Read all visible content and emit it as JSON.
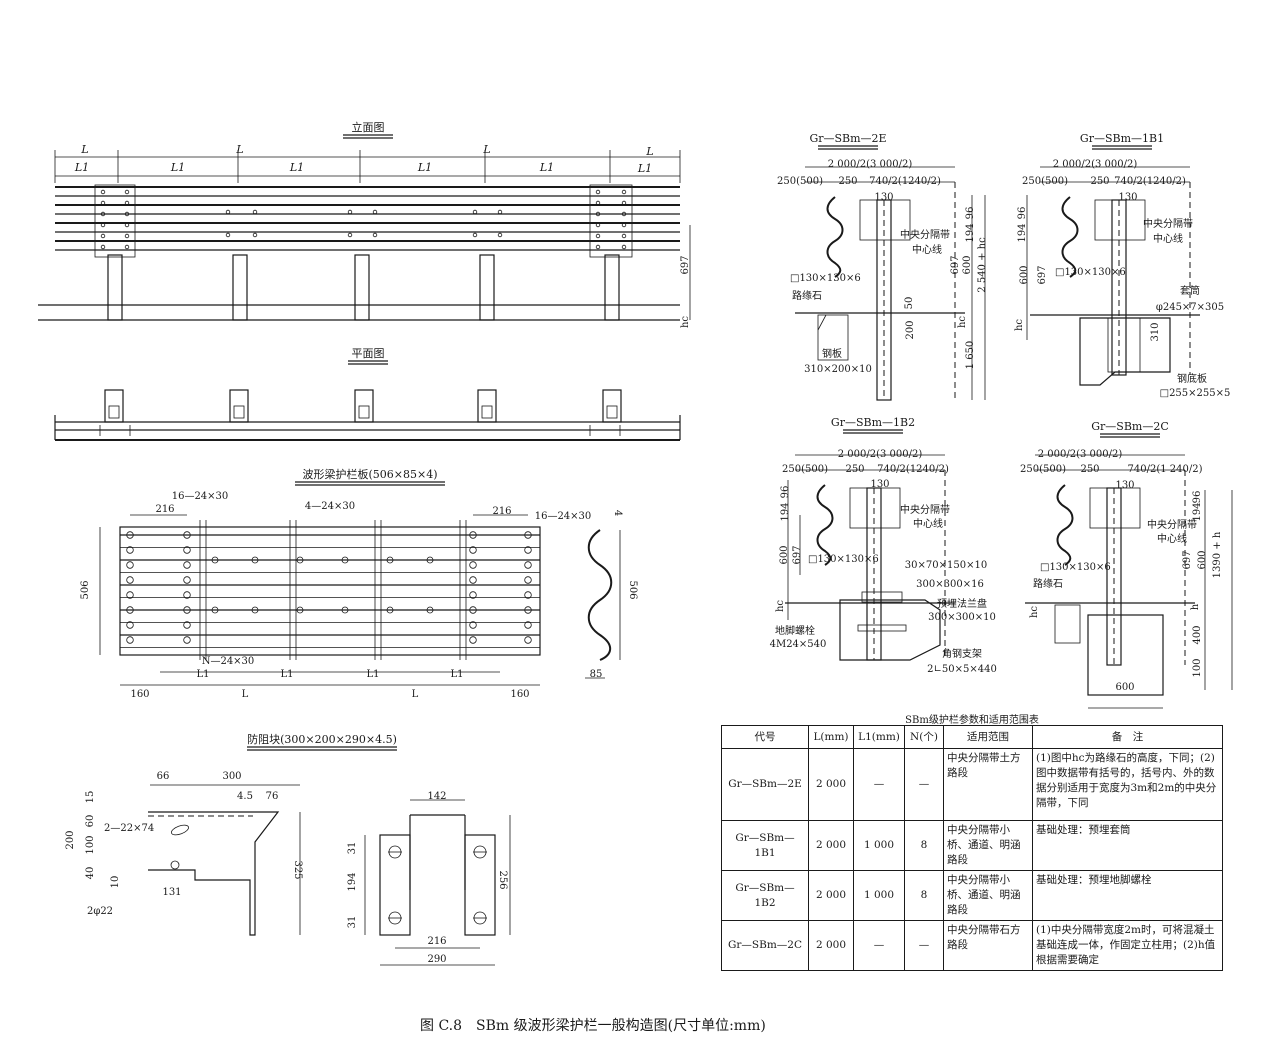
{
  "elevation": {
    "title": "立面图",
    "labels": [
      "L",
      "L1",
      "L",
      "L1",
      "L1",
      "L",
      "L1",
      "L1",
      "L",
      "L1",
      "697",
      "hc"
    ]
  },
  "plan": {
    "title": "平面图"
  },
  "panel": {
    "title": "波形梁护栏板(506×85×4)",
    "labels": [
      "216",
      "16—24×30",
      "4—24×30",
      "216",
      "16—24×30",
      "506",
      "N—24×30",
      "L1",
      "L",
      "L1",
      "L",
      "L1",
      "L1",
      "160",
      "160",
      "4",
      "506",
      "85"
    ]
  },
  "block": {
    "title": "防阻块(300×200×290×4.5)",
    "labels": [
      "66",
      "300",
      "4.5",
      "76",
      "15",
      "60",
      "2—22×74",
      "200",
      "100",
      "40",
      "10",
      "131",
      "2φ22",
      "325",
      "142",
      "31",
      "194",
      "31",
      "256",
      "216",
      "290"
    ]
  },
  "sections": [
    {
      "title": "Gr—SBm—2E",
      "labels": [
        "2 000/2(3 000/2)",
        "250(500)",
        "250",
        "130",
        "740/2(1240/2)",
        "中央分隔带",
        "中心线",
        "□130×130×6",
        "路缘石",
        "钢板",
        "310×200×10",
        "50",
        "200",
        "697",
        "600",
        "2 540 + hc",
        "96",
        "194",
        "hc",
        "1 650"
      ]
    },
    {
      "title": "Gr—SBm—1B1",
      "labels": [
        "2 000/2(3 000/2)",
        "250(500)",
        "250",
        "130",
        "740/2(1240/2)",
        "中央分隔带",
        "中心线",
        "□130×130×6",
        "套筒",
        "φ245×7×305",
        "310",
        "钢底板",
        "□255×255×5",
        "96",
        "194",
        "600",
        "697",
        "hc"
      ]
    },
    {
      "title": "Gr—SBm—1B2",
      "labels": [
        "2 000/2(3 000/2)",
        "250(500)",
        "250",
        "130",
        "740/2(1240/2)",
        "中央分隔带",
        "中心线",
        "□130×130×6",
        "30×70×150×10",
        "300×300×16",
        "预埋法兰盘",
        "300×300×10",
        "地脚螺栓",
        "4M24×540",
        "角钢支架",
        "2∟50×5×440",
        "96",
        "194",
        "600",
        "697",
        "hc"
      ]
    },
    {
      "title": "Gr—SBm—2C",
      "labels": [
        "2 000/2(3 000/2)",
        "250(500)",
        "250",
        "130",
        "740/2(1 240/2)",
        "中央分隔带",
        "中心线",
        "□130×130×6",
        "路缘石",
        "600",
        "96",
        "194",
        "697",
        "600",
        "1390 + h",
        "h",
        "400",
        "100",
        "hc"
      ]
    }
  ],
  "table": {
    "title": "SBm级护栏参数和适用范围表",
    "headers": [
      "代号",
      "L(mm)",
      "L1(mm)",
      "N(个)",
      "适用范围",
      "备　注"
    ],
    "rows": [
      [
        "Gr—SBm—2E",
        "2 000",
        "—",
        "—",
        "中央分隔带土方路段",
        "(1)图中hc为路缘石的高度，下同；(2)图中数据带有括号的，括号内、外的数据分别适用于宽度为3m和2m的中央分隔带，下同"
      ],
      [
        "Gr—SBm—1B1",
        "2 000",
        "1 000",
        "8",
        "中央分隔带小桥、通道、明涵路段",
        "基础处理：预埋套筒"
      ],
      [
        "Gr—SBm—1B2",
        "2 000",
        "1 000",
        "8",
        "中央分隔带小桥、通道、明涵路段",
        "基础处理：预埋地脚螺栓"
      ],
      [
        "Gr—SBm—2C",
        "2 000",
        "—",
        "—",
        "中央分隔带石方路段",
        "(1)中央分隔带宽度2m时，可将混凝土基础连成一体，作固定立柱用；(2)h值根据需要确定"
      ]
    ]
  },
  "caption": "图 C.8　SBm 级波形梁护栏一般构造图(尺寸单位:mm)"
}
